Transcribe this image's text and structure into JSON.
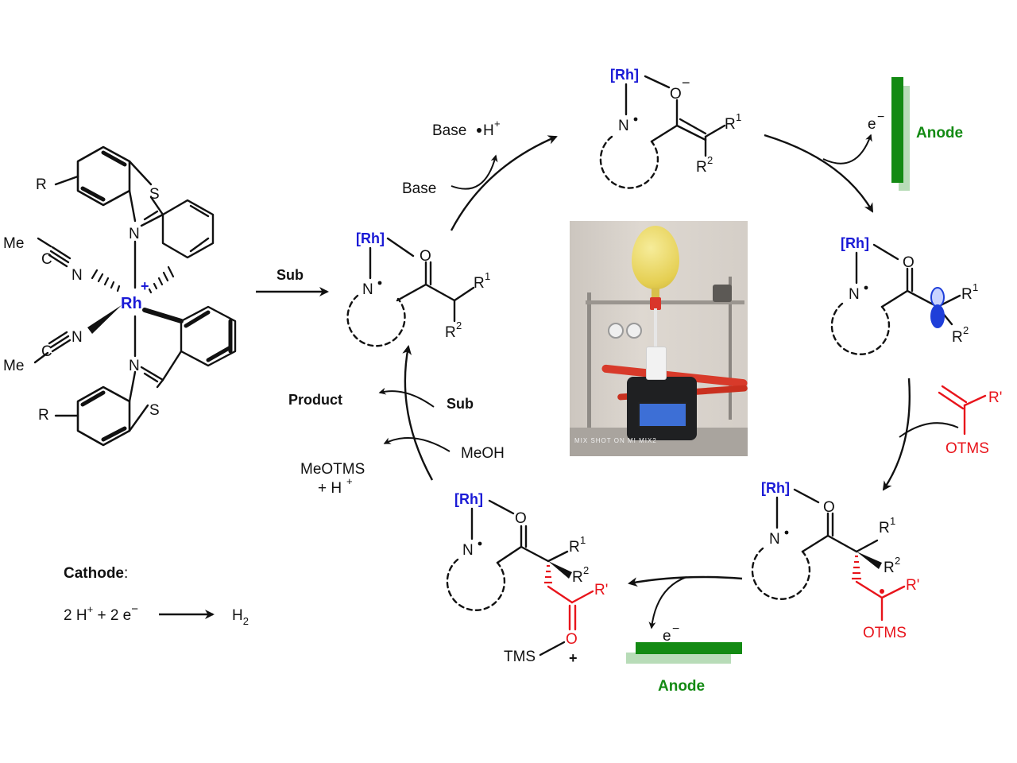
{
  "catalyst": {
    "r_top": "R",
    "r_bottom": "R",
    "s_top": "S",
    "s_bottom": "S",
    "n_top": "N",
    "n_bottom": "N",
    "me_top": "Me",
    "me_bottom": "Me",
    "c_top": "C",
    "c_bottom": "C",
    "nitrile_n_top": "N",
    "nitrile_n_bottom": "N",
    "metal": "Rh",
    "charge": "+"
  },
  "labels": {
    "sub_arrow": "Sub",
    "base": "Base",
    "base_h": "Base",
    "h_plus": "H",
    "plus": "+",
    "product": "Product",
    "sub_in": "Sub",
    "meoh": "MeOH",
    "meotms": "MeOTMS",
    "plus_h": "+ H",
    "electron": "e",
    "minus": "−",
    "anode_top": "Anode",
    "anode_bottom": "Anode"
  },
  "fragments": {
    "rh": "[Rh]",
    "o": "O",
    "n_dot": "N",
    "r1": "R",
    "r2": "R",
    "sup1": "1",
    "sup2": "2",
    "o_minus": "O",
    "r_prime": "R'",
    "otms": "OTMS",
    "tms": "TMS"
  },
  "cathode": {
    "label": "Cathode",
    "colon": ":",
    "eq_left_2": "2 H",
    "eq_plus_2e": " + 2 e",
    "product": "H",
    "product_sub": "2"
  },
  "photo": {
    "watermark": "MIX  SHOT ON MI MIX2"
  },
  "colors": {
    "rh_blue": "#1a1ad6",
    "red": "#e8141b",
    "anode_green": "#138a13",
    "anode_light": "#b8dcb8",
    "orbital_blue": "#1f3fd9"
  }
}
